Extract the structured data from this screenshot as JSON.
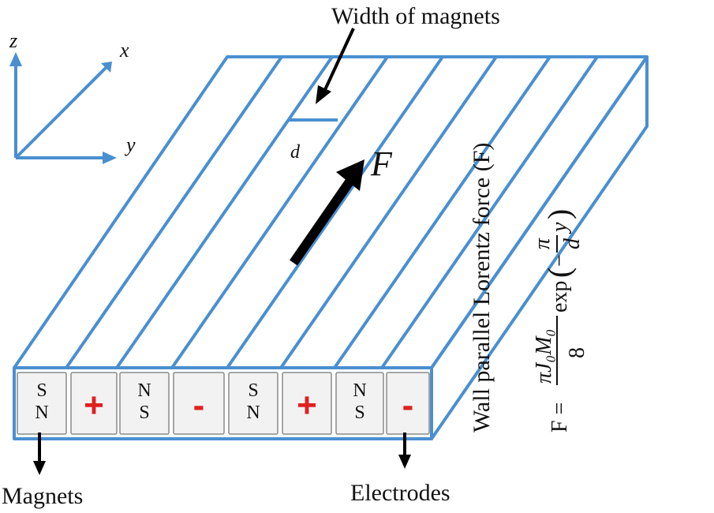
{
  "colors": {
    "outline": "#4a8fd0",
    "positive": "#e02020",
    "negative": "#e02020",
    "arrow": "#000000",
    "cell_face": "#f2f2f2",
    "cell_border": "#8a8a8a"
  },
  "axes": {
    "z": "z",
    "x": "x",
    "y": "y"
  },
  "labels": {
    "width_of_magnets": "Width of magnets",
    "d": "d",
    "force": "F",
    "magnets": "Magnets",
    "electrodes": "Electrodes",
    "side_title": "Wall parallel Lorentz force (F)"
  },
  "equation": {
    "lhs": "F =",
    "numerator": "πJ₀M₀",
    "denominator": "8",
    "exp": "exp",
    "open_paren": "(",
    "neg": "−",
    "pi": "π",
    "d": "d",
    "y": "y",
    "close_paren": ")"
  },
  "cells": [
    {
      "top": "S",
      "bottom": "N"
    },
    {
      "sign": "+"
    },
    {
      "top": "N",
      "bottom": "S"
    },
    {
      "sign": "-"
    },
    {
      "top": "S",
      "bottom": "N"
    },
    {
      "sign": "+"
    },
    {
      "top": "N",
      "bottom": "S"
    },
    {
      "sign": "-"
    }
  ]
}
